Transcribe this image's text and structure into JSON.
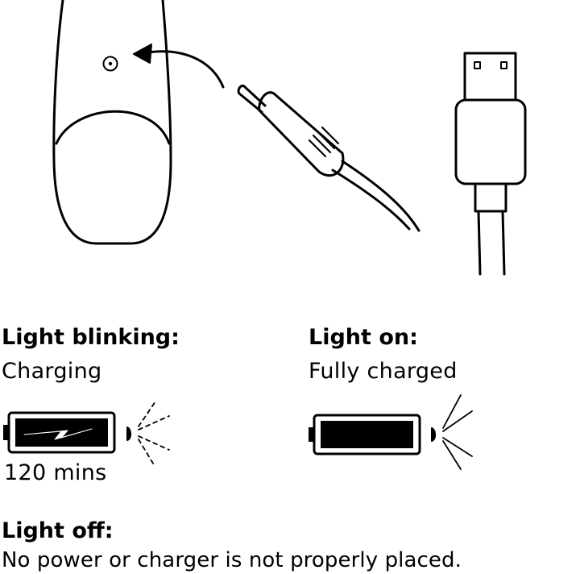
{
  "states": {
    "blinking": {
      "title": "Light blinking:",
      "description": "Charging",
      "charge_time": "120 mins",
      "battery_level": "charging",
      "indicator": "blinking"
    },
    "on": {
      "title": "Light on:",
      "description": "Fully charged",
      "battery_level": 1.0,
      "indicator": "steady"
    },
    "off": {
      "title": "Light off:",
      "description": "No power or charger is not properly placed."
    }
  },
  "icons": [
    "device-icon",
    "charging-port-icon",
    "insert-arrow-icon",
    "magnetic-charger-plug-icon",
    "usb-plug-icon",
    "battery-charging-icon",
    "battery-full-icon",
    "light-blinking-icon",
    "light-on-icon"
  ],
  "colors": {
    "ink": "#000000",
    "background": "#ffffff"
  }
}
